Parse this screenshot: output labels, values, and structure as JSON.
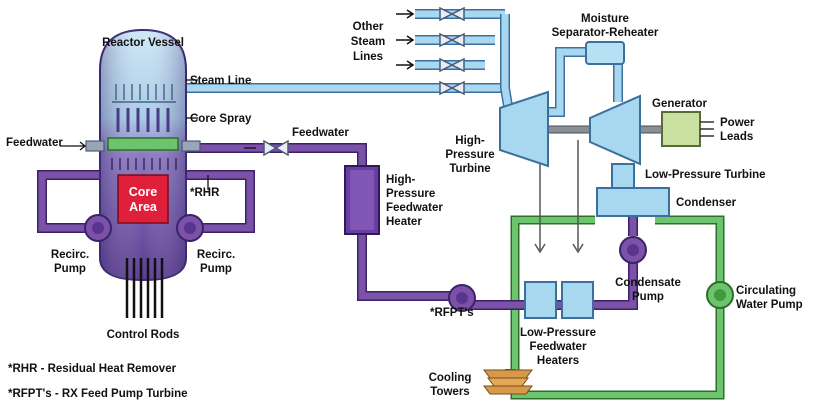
{
  "labels": {
    "reactor_vessel": "Reactor Vessel",
    "steam_line": "Steam Line",
    "core_spray": "Core Spray",
    "feedwater_left": "Feedwater",
    "feedwater_top": "Feedwater",
    "rhr_mark": "*RHR",
    "core_area_line1": "Core",
    "core_area_line2": "Area",
    "recirc_pump_left_1": "Recirc.",
    "recirc_pump_left_2": "Pump",
    "recirc_pump_right_1": "Recirc.",
    "recirc_pump_right_2": "Pump",
    "control_rods": "Control Rods",
    "other_steam_lines_1": "Other",
    "other_steam_lines_2": "Steam",
    "other_steam_lines_3": "Lines",
    "moisture_sep_1": "Moisture",
    "moisture_sep_2": "Separator-Reheater",
    "generator": "Generator",
    "power_leads_1": "Power",
    "power_leads_2": "Leads",
    "hp_turbine_1": "High-",
    "hp_turbine_2": "Pressure",
    "hp_turbine_3": "Turbine",
    "lp_turbine": "Low-Pressure Turbine",
    "condenser": "Condenser",
    "hp_fw_heater_1": "High-",
    "hp_fw_heater_2": "Pressure",
    "hp_fw_heater_3": "Feedwater",
    "hp_fw_heater_4": "Heater",
    "condensate_pump_1": "Condensate",
    "condensate_pump_2": "Pump",
    "circ_pump_1": "Circulating",
    "circ_pump_2": "Water Pump",
    "rfpt_mark": "*RFPT's",
    "lp_fw_heaters_1": "Low-Pressure",
    "lp_fw_heaters_2": "Feedwater",
    "lp_fw_heaters_3": "Heaters",
    "cooling_towers_1": "Cooling",
    "cooling_towers_2": "Towers"
  },
  "legend": {
    "rhr": "*RHR - Residual Heat Remover",
    "rfpt": "*RFPT's - RX Feed Pump Turbine"
  },
  "colors": {
    "steam": "#a8d8f0",
    "steam_outline": "#4a90c8",
    "feedwater": "#7b52a8",
    "feedwater_dark": "#4a2a78",
    "cooling_water": "#5fb85f",
    "core": "#e0203a",
    "generator": "#c8e0a0"
  }
}
